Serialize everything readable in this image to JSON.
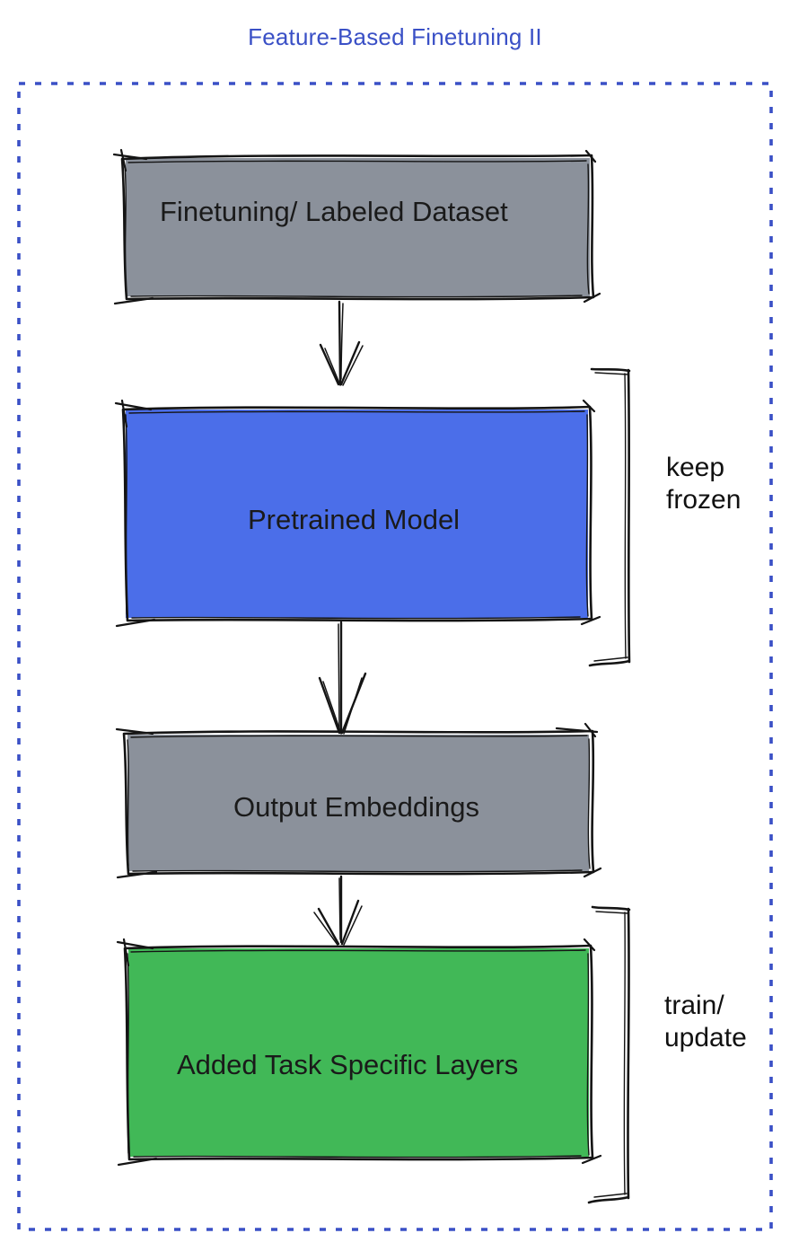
{
  "title": "Feature-Based Finetuning II",
  "colors": {
    "title_text": "#3a50c6",
    "dotted_border": "#3a50c6",
    "gray_box": "#8b919b",
    "blue_box": "#4b6ee9",
    "green_box": "#41b857",
    "sketch_stroke": "#141414",
    "label_text": "#1a1a1a"
  },
  "nodes": [
    {
      "label": "Finetuning/ Labeled Dataset",
      "color_role": "gray_box"
    },
    {
      "label": "Pretrained Model",
      "color_role": "blue_box"
    },
    {
      "label": "Output Embeddings",
      "color_role": "gray_box"
    },
    {
      "label": "Added Task Specific Layers",
      "color_role": "green_box"
    }
  ],
  "annotations": [
    {
      "lines": [
        "keep",
        "frozen"
      ]
    },
    {
      "lines": [
        "train/",
        "update"
      ]
    }
  ]
}
